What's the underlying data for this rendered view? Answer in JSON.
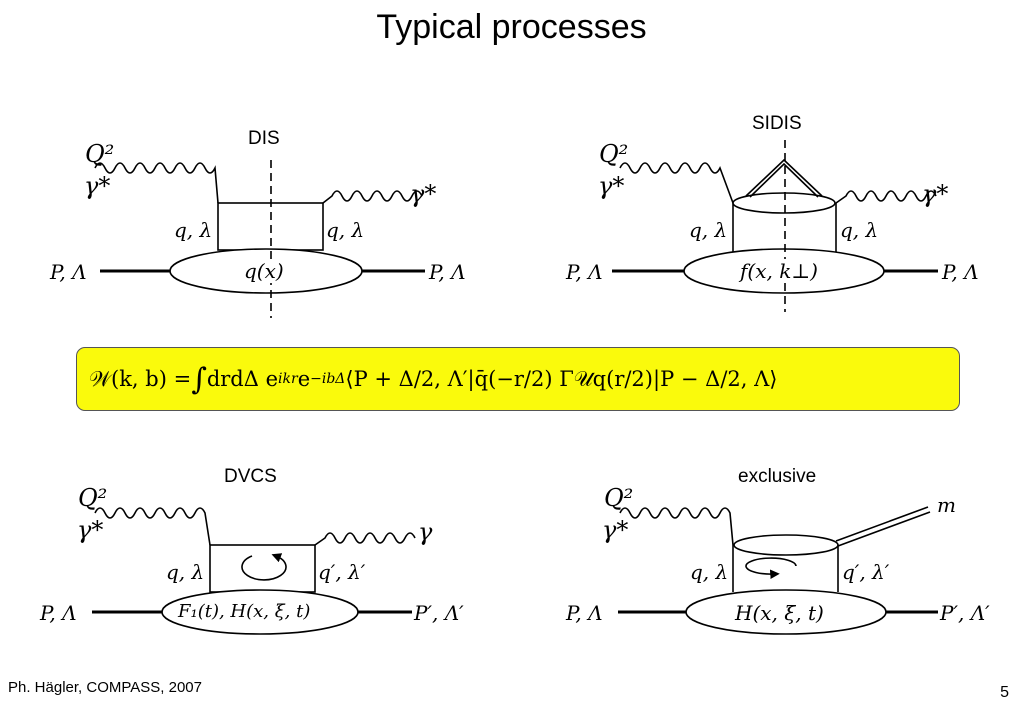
{
  "title": "Typical processes",
  "diagrams": {
    "dis": {
      "label": "DIS",
      "q2": "Q²",
      "gamma_in": "γ*",
      "gamma_out": "γ*",
      "quark_left": "q, λ",
      "quark_right": "q, λ",
      "proton_in": "P, Λ",
      "proton_out": "P, Λ",
      "blob": "q(x)"
    },
    "sidis": {
      "label": "SIDIS",
      "q2": "Q²",
      "gamma_in": "γ*",
      "gamma_out": "γ*",
      "quark_left": "q, λ",
      "quark_right": "q, λ",
      "proton_in": "P, Λ",
      "proton_out": "P, Λ",
      "blob": "f(x, k⊥)"
    },
    "dvcs": {
      "label": "DVCS",
      "q2": "Q²",
      "gamma_in": "γ*",
      "gamma_out": "γ",
      "quark_left": "q, λ",
      "quark_right": "q′, λ′",
      "proton_in": "P, Λ",
      "proton_out": "P′, Λ′",
      "blob": "F₁(t), H(x, ξ, t)"
    },
    "exclusive": {
      "label": "exclusive",
      "q2": "Q²",
      "gamma_in": "γ*",
      "meson": "m",
      "quark_left": "q, λ",
      "quark_right": "q′, λ′",
      "proton_in": "P, Λ",
      "proton_out": "P′, Λ′",
      "blob": "H(x, ξ, t)"
    }
  },
  "formula": "𝒲(k, b) = ∫ drdΔ e^{ikr} e^{−ibΔ} ⟨P + Δ/2, Λ′| q̄(−r/2) Γ𝒰q(r/2) |P − Δ/2, Λ⟩",
  "formula_display": {
    "lhs": "𝒲(k, b) = ",
    "integral": "∫",
    "measure": " drdΔ e",
    "exp1": "ikr",
    "e2": "e",
    "exp2": "−ibΔ",
    "bra": " ⟨P + Δ/2, Λ′| ",
    "operator": "q̄(−r/2) Γ𝒰q(r/2) ",
    "ket": "|P − Δ/2, Λ⟩"
  },
  "footer": "Ph. Hägler, COMPASS, 2007",
  "page_number": "5",
  "colors": {
    "formula_bg": "#fafa0c",
    "lines": "#000000"
  }
}
